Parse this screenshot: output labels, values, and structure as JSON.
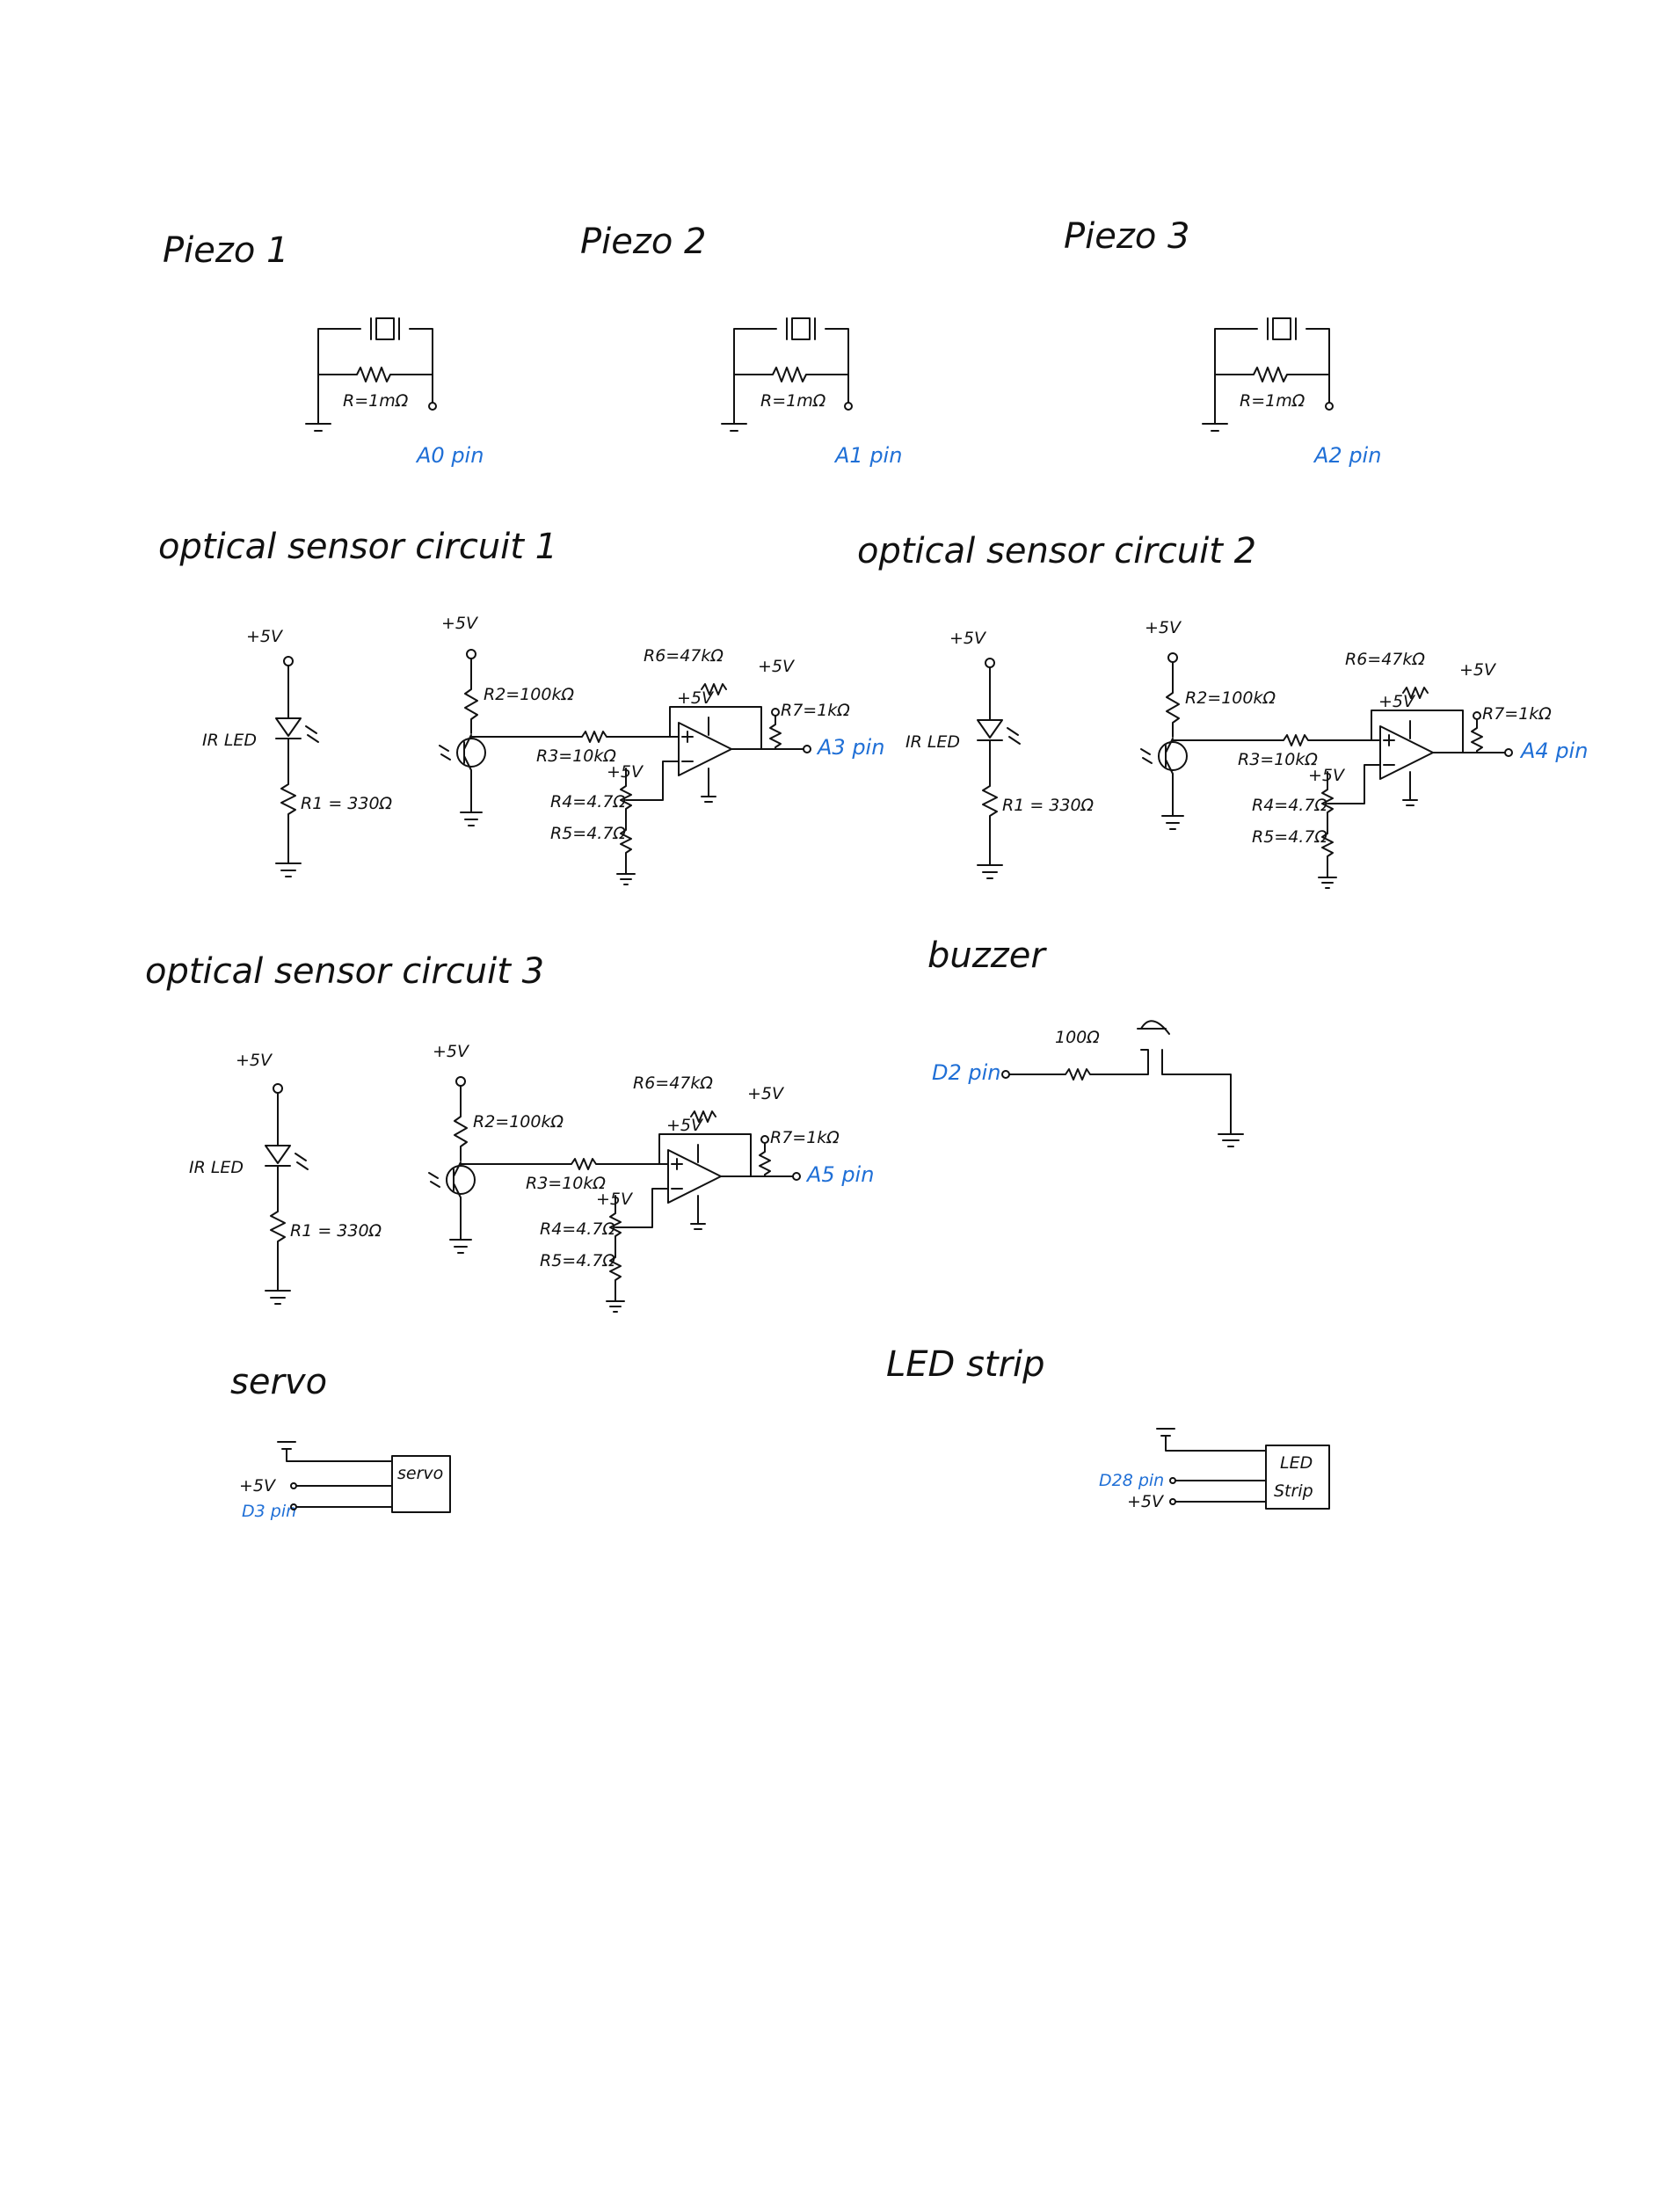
{
  "piezo": [
    {
      "title": "Piezo 1",
      "resistor": "R=1mΩ",
      "pin": "A0 pin"
    },
    {
      "title": "Piezo 2",
      "resistor": "R=1mΩ",
      "pin": "A1 pin"
    },
    {
      "title": "Piezo 3",
      "resistor": "R=1mΩ",
      "pin": "A2 pin"
    }
  ],
  "optical": [
    {
      "title": "optical sensor circuit 1",
      "pin": "A3 pin"
    },
    {
      "title": "optical sensor circuit 2",
      "pin": "A4 pin"
    },
    {
      "title": "optical sensor circuit 3",
      "pin": "A5 pin"
    }
  ],
  "optical_labels": {
    "supply": "+5V",
    "led": "IR LED",
    "r1": "R1 = 330Ω",
    "r2": "R2=100kΩ",
    "r3": "R3=10kΩ",
    "r4": "R4=4.7Ω",
    "r5": "R5=4.7Ω",
    "r6": "R6=47kΩ",
    "r7": "R7=1kΩ"
  },
  "buzzer": {
    "title": "buzzer",
    "resistor": "100Ω",
    "pin": "D2 pin"
  },
  "servo": {
    "title": "servo",
    "box": "servo",
    "supply": "+5V",
    "pin": "D3 pin"
  },
  "led_strip": {
    "title": "LED strip",
    "box_line1": "LED",
    "box_line2": "Strip",
    "pin": "D28 pin",
    "supply": "+5V"
  }
}
